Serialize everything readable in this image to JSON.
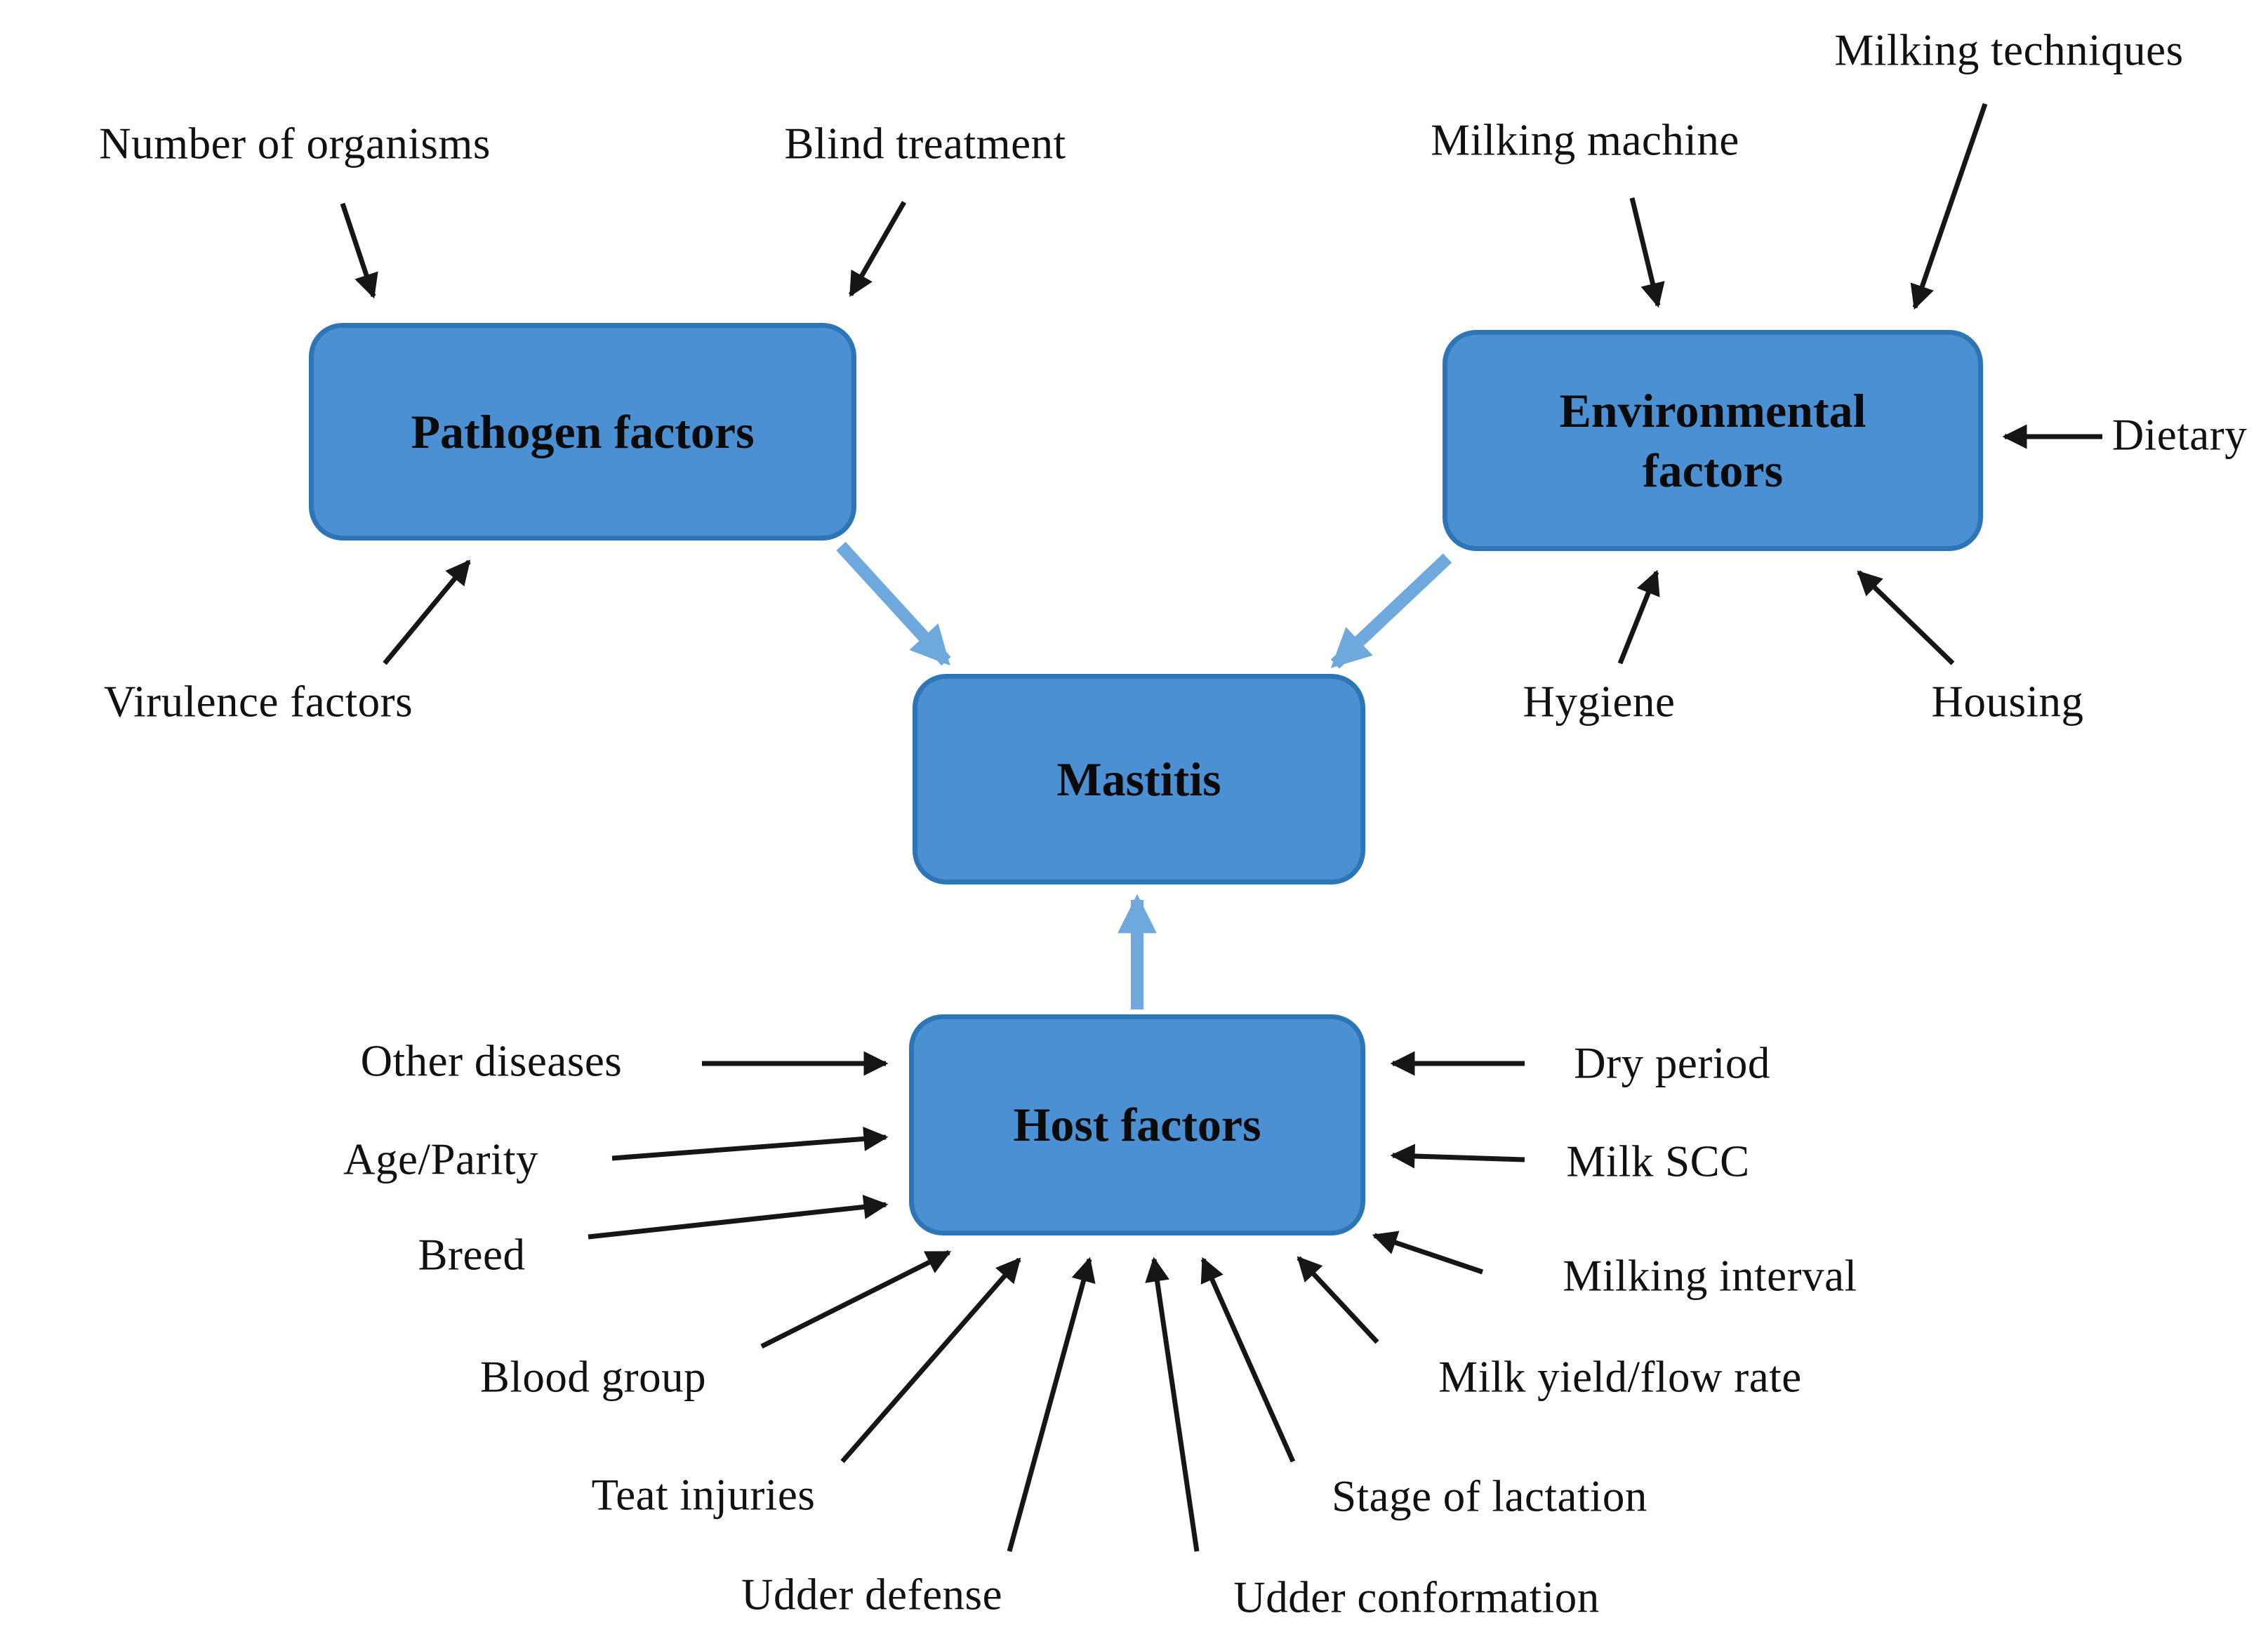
{
  "title": "Mastitis risk factors diagram",
  "nodes": {
    "pathogen": "Pathogen factors",
    "environmental": "Environmental factors",
    "mastitis": "Mastitis",
    "host": "Host factors"
  },
  "labels": {
    "number_of_organisms": "Number of organisms",
    "blind_treatment": "Blind treatment",
    "virulence_factors": "Virulence factors",
    "milking_machine": "Milking machine",
    "milking_techniques": "Milking techniques",
    "dietary": "Dietary",
    "hygiene": "Hygiene",
    "housing": "Housing",
    "other_diseases": "Other diseases",
    "age_parity": "Age/Parity",
    "breed": "Breed",
    "blood_group": "Blood group",
    "teat_injuries": "Teat injuries",
    "udder_defense": "Udder defense",
    "udder_conformation": "Udder conformation",
    "stage_of_lactation": "Stage of lactation",
    "milk_yield_flow_rate": "Milk yield/flow rate",
    "milking_interval": "Milking interval",
    "milk_scc": "Milk SCC",
    "dry_period": "Dry period"
  },
  "colors": {
    "box_fill": "#4a90d2",
    "box_border": "#2e75b6",
    "blue_arrow": "#6fa8dc",
    "arrow": "#161616",
    "background": "#ffffff",
    "text": "#111111"
  }
}
